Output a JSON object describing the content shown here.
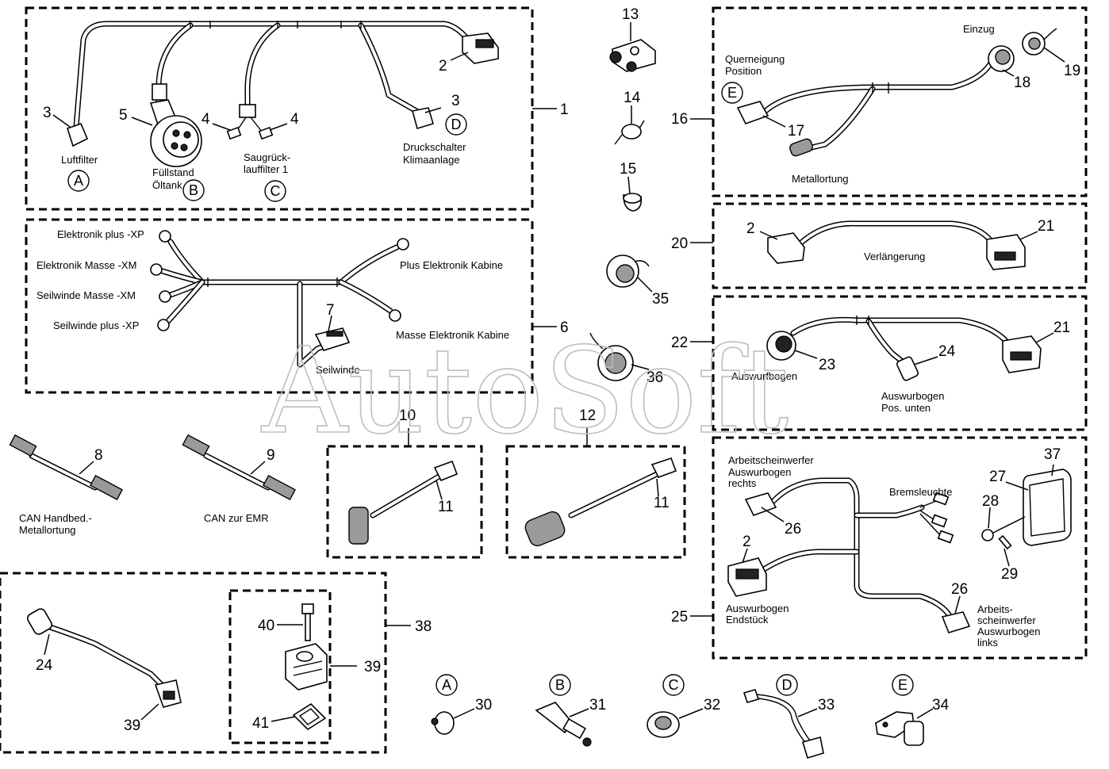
{
  "watermark": "AutoSoft",
  "numbers": {
    "n1": "1",
    "n2a": "2",
    "n3a": "3",
    "n3b": "3",
    "n4a": "4",
    "n4b": "4",
    "n5": "5",
    "n6": "6",
    "n7": "7",
    "n8": "8",
    "n9": "9",
    "n10": "10",
    "n11a": "11",
    "n11b": "11",
    "n12": "12",
    "n13": "13",
    "n14": "14",
    "n15": "15",
    "n16": "16",
    "n17": "17",
    "n18": "18",
    "n19": "19",
    "n20": "20",
    "n2b": "2",
    "n21a": "21",
    "n22": "22",
    "n21b": "21",
    "n23": "23",
    "n24a": "24",
    "n35": "35",
    "n36": "36",
    "n25": "25",
    "n37": "37",
    "n27": "27",
    "n28": "28",
    "n29": "29",
    "n26a": "26",
    "n2c": "2",
    "n26b": "26",
    "n38": "38",
    "n39a": "39",
    "n40": "40",
    "n41": "41",
    "n24b": "24",
    "n39b": "39",
    "n30": "30",
    "n31": "31",
    "n32": "32",
    "n33": "33",
    "n34": "34"
  },
  "letters": {
    "A1": "A",
    "B1": "B",
    "C1": "C",
    "D1": "D",
    "E1": "E",
    "A2": "A",
    "B2": "B",
    "C2": "C",
    "D2": "D",
    "E2": "E"
  },
  "labels": {
    "luftfilter": "Luftfilter",
    "fuellstand1": "Füllstand",
    "fuellstand2": "Öltank",
    "saug1": "Saugrück-",
    "saug2": "lauffilter 1",
    "druck1": "Druckschalter",
    "druck2": "Klimaanlage",
    "elPlus": "Elektronik plus -XP",
    "elMasse": "Elektronik Masse -XM",
    "swMasse": "Seilwinde Masse -XM",
    "swPlus": "Seilwinde plus -XP",
    "plusKab": "Plus Elektronik Kabine",
    "masseKab": "Masse Elektronik Kabine",
    "seilwinde": "Seilwinde",
    "can1a": "CAN Handbed.-",
    "can1b": "Metallortung",
    "can2": "CAN zur EMR",
    "einzug": "Einzug",
    "quer1": "Querneigung",
    "quer2": "Position",
    "metallortung": "Metallortung",
    "verlaengerung": "Verlängerung",
    "auswurfbogen": "Auswurfbogen",
    "auswPos1": "Auswurbogen",
    "auswPos2": "Pos. unten",
    "aswR1": "Arbeitscheinwerfer",
    "aswR2": "Auswurbogen",
    "aswR3": "rechts",
    "brems": "Bremsleuchte",
    "auswEnd1": "Auswurbogen",
    "auswEnd2": "Endstück",
    "aswL1": "Arbeits-",
    "aswL2": "scheinwerfer",
    "aswL3": "Auswurbogen",
    "aswL4": "links"
  }
}
